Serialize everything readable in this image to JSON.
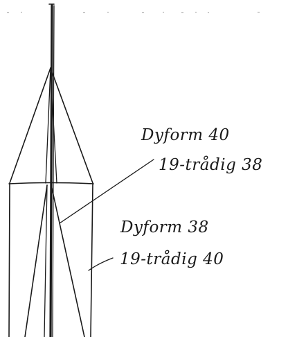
{
  "labels": {
    "upper": {
      "line1": "Dyform 40",
      "line2": "19-trådig 38"
    },
    "lower": {
      "line1": "Dyform 38",
      "line2": "19-trådig 40"
    }
  },
  "ink_color": "#1a1a1a"
}
